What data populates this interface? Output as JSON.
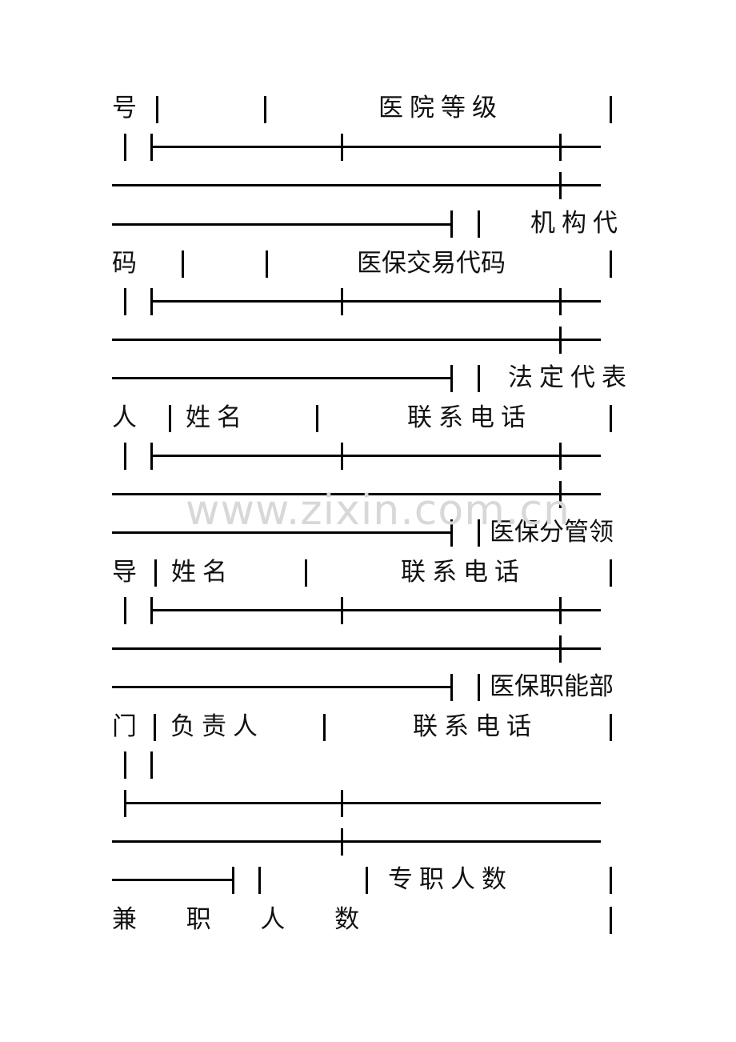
{
  "document": {
    "rows": [
      {
        "lead": "号",
        "col2": "",
        "col3": "医院等级"
      },
      {
        "tail": "机构代"
      },
      {
        "lead": "码",
        "col2": "",
        "col3": "医保交易代码"
      },
      {
        "tail": "法定代表"
      },
      {
        "lead": "人",
        "col2": "姓名",
        "col3": "联系电话"
      },
      {
        "tail": "医保分管领"
      },
      {
        "lead": "导",
        "col2": "姓名",
        "col3": "联系电话"
      },
      {
        "tail": "医保职能部"
      },
      {
        "lead": "门",
        "col2": "负责人",
        "col3": "联系电话"
      },
      {
        "mid": "专职人数"
      },
      {
        "lead": "兼  职  人  数"
      }
    ],
    "watermark": "www.zixin.com.cn"
  }
}
